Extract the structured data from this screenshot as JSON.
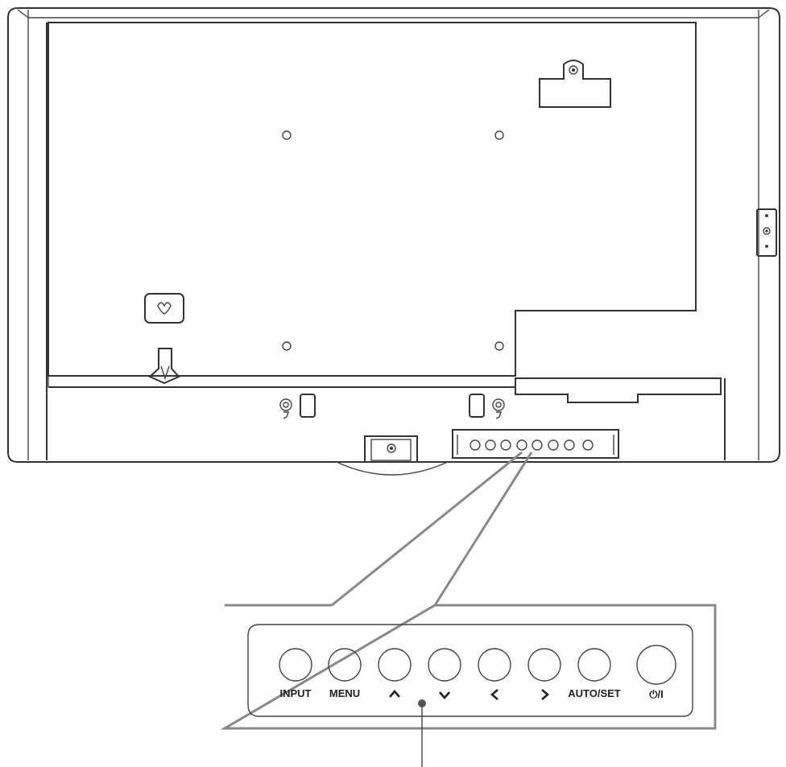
{
  "control_panel": {
    "buttons": [
      {
        "id": "input",
        "label": "INPUT",
        "icon": "text"
      },
      {
        "id": "menu",
        "label": "MENU",
        "icon": "text"
      },
      {
        "id": "up",
        "label": "",
        "icon": "chevron-up-icon"
      },
      {
        "id": "down",
        "label": "",
        "icon": "chevron-down-icon"
      },
      {
        "id": "left",
        "label": "",
        "icon": "chevron-left-icon"
      },
      {
        "id": "right",
        "label": "",
        "icon": "chevron-right-icon"
      },
      {
        "id": "auto-set",
        "label": "AUTO/SET",
        "icon": "text"
      },
      {
        "id": "power",
        "label": "⏻/I",
        "icon": "power-icon"
      }
    ]
  },
  "colors": {
    "line": "#333333",
    "leader_line": "#888888",
    "indicator_dot": "#555555",
    "background": "#ffffff"
  }
}
